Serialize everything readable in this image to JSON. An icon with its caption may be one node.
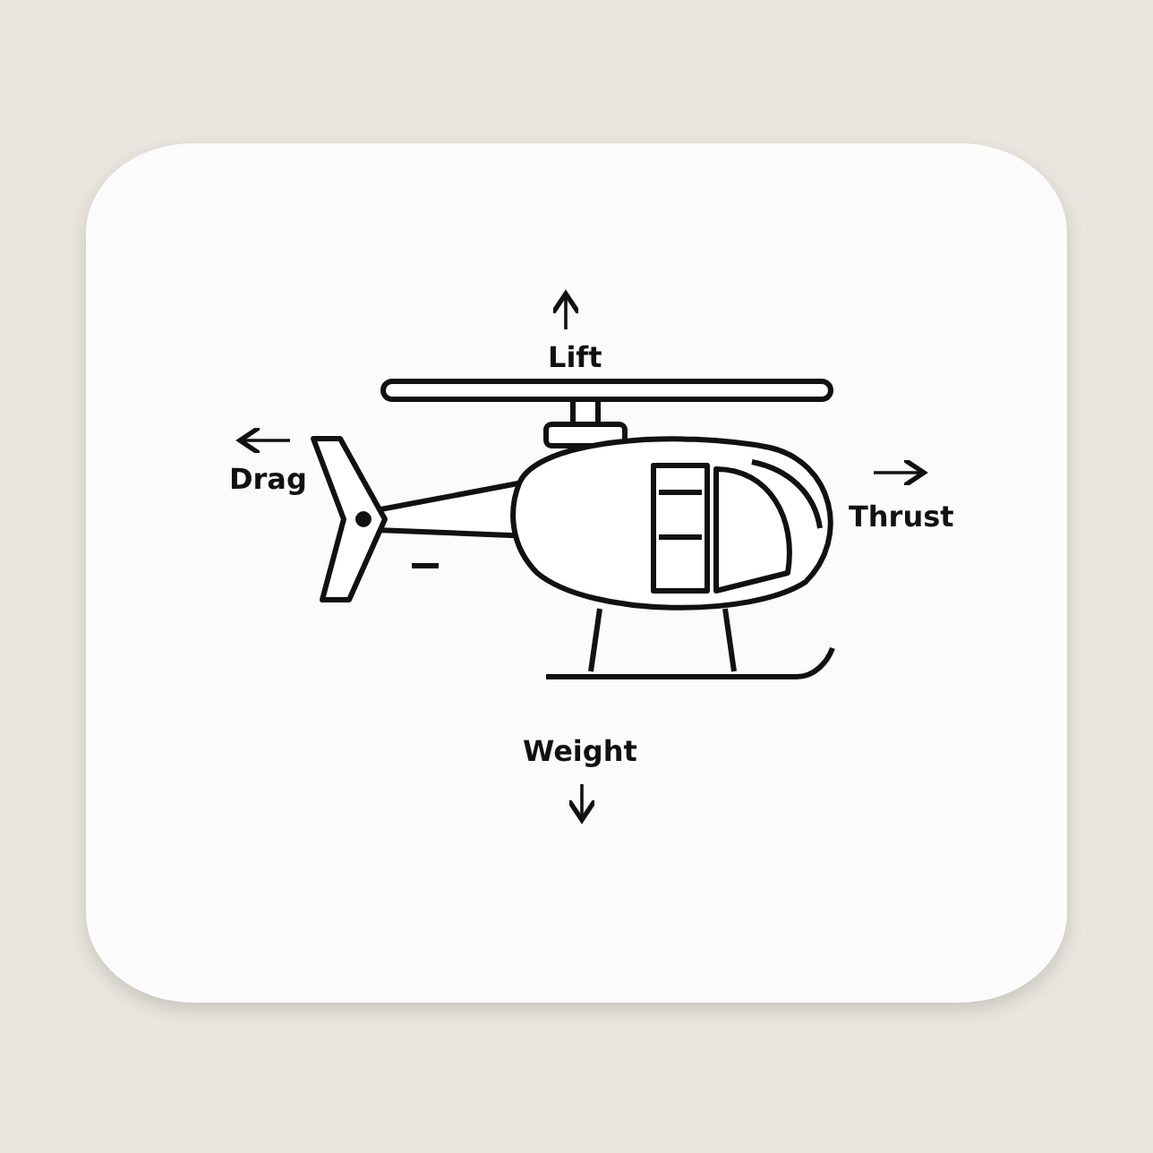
{
  "diagram": {
    "labels": [
      "Lift",
      "Drag",
      "Thrust",
      "Weight"
    ]
  }
}
